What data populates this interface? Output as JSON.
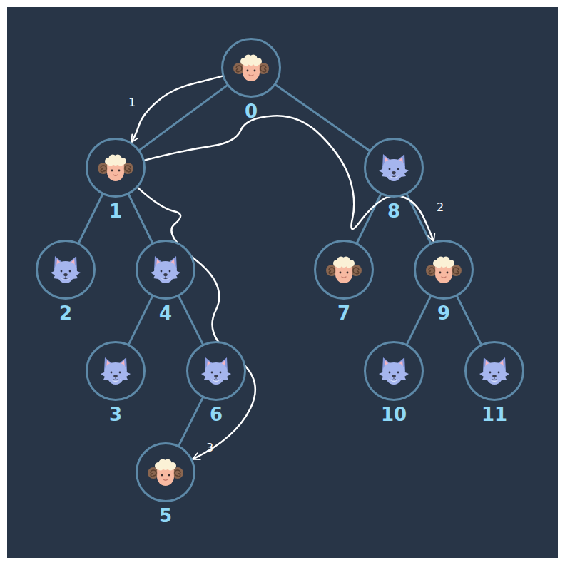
{
  "diagram": {
    "nodes": [
      {
        "text": [
          "0"
        ]
      },
      {
        "text": [
          "1"
        ]
      },
      {
        "text": [
          "8"
        ]
      },
      {
        "text": [
          "2"
        ]
      },
      {
        "text": [
          "4"
        ]
      },
      {
        "text": [
          "7"
        ]
      },
      {
        "text": [
          "9"
        ]
      },
      {
        "text": [
          "3"
        ]
      },
      {
        "text": [
          "6"
        ]
      },
      {
        "text": [
          "10"
        ]
      },
      {
        "text": [
          "11"
        ]
      },
      {
        "text": [
          "5"
        ]
      }
    ],
    "edges": [
      {
        "from": 0,
        "to": 1,
        "arrow": "none"
      },
      {
        "from": 0,
        "to": 2,
        "arrow": "none"
      },
      {
        "from": 1,
        "to": 3,
        "arrow": "none"
      },
      {
        "from": 1,
        "to": 4,
        "arrow": "none"
      },
      {
        "from": 2,
        "to": 5,
        "arrow": "none"
      },
      {
        "from": 2,
        "to": 6,
        "arrow": "none"
      },
      {
        "from": 4,
        "to": 7,
        "arrow": "none"
      },
      {
        "from": 4,
        "to": 8,
        "arrow": "none"
      },
      {
        "from": 6,
        "to": 9,
        "arrow": "none"
      },
      {
        "from": 6,
        "to": 10,
        "arrow": "none"
      },
      {
        "from": 8,
        "to": 11,
        "arrow": "none"
      },
      {
        "from": 0,
        "to": 1,
        "arrow": "to",
        "label": "1"
      },
      {
        "from": 1,
        "to": 6,
        "arrow": "to",
        "label": "2"
      },
      {
        "from": 1,
        "to": 11,
        "arrow": "to",
        "label": "3"
      }
    ]
  }
}
